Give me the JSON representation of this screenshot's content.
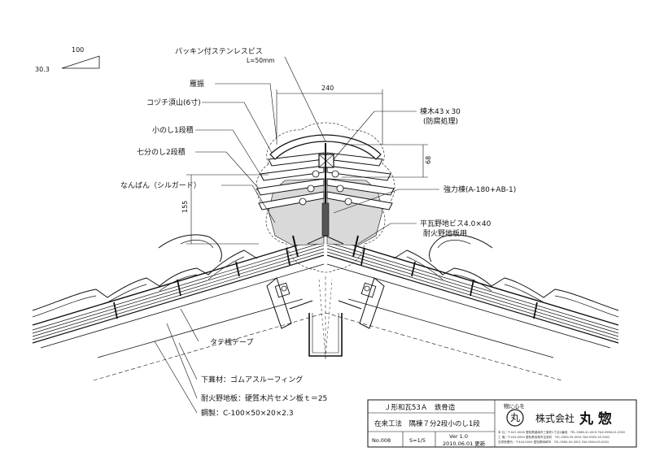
{
  "slope": {
    "run": "100",
    "rise": "30.3"
  },
  "dimensions": {
    "width_240": "240",
    "height_68": "68",
    "height_155": "155"
  },
  "labels": {
    "screw": "パッキン付ステンレスビス",
    "screw_len": "L=50mm",
    "ganburi": "雁振",
    "kozuchi": "コヅチ湏山(6寸)",
    "konoshi": "小のし1段積",
    "shichibu": "七分のし2段積",
    "nanban": "なんばん（シルガード）",
    "munagi": "棟木43ｘ30",
    "munagi_sub": "(防腐処理)",
    "kyoryoku": "強力棟(A-180+AB-1)",
    "hiragawara": "平瓦野地ビス4.0×40",
    "taika_use": "耐火野地板用",
    "tatesan": "タテ桟テープ",
    "shitabuki": "下葺材：ゴムアスルーフィング",
    "taika_noji": "耐火野地板：硬質木片セメン板ｔ＝25",
    "steel": "鋼製：C-100×50×20×2.3"
  },
  "title_block": {
    "row1": "Ｊ形和瓦53Ａ　鉄骨造",
    "row2": "在来工法　隅棟７分2段小のし1段",
    "drawing_no": "No.008",
    "scale": "S=1/5",
    "version": "Ver 1.0",
    "date": "2010.06.01 更新",
    "motto": "物に心を",
    "seal": "丸",
    "company_prefix": "株式会社",
    "company_name": "丸 惣",
    "address_1": "本 社／〒447-0026 愛知県碧南市三度町1丁目2番地　TEL.0566-41-0001 FAX.0566-41-0002",
    "address_2": "工 場／〒443-0000 愛知県西尾市吉良町　TEL.0563-35-0001 FAX.0563-35-0002",
    "address_3": "瓦栄営業所／〒444-0000 愛知県岡崎市　TEL.0564-00-0001 FAX.0564-00-0002"
  }
}
